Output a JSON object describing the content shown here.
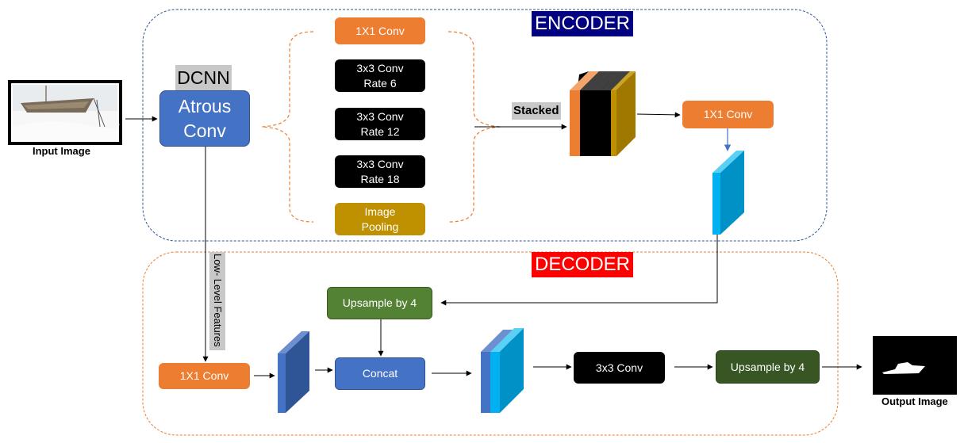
{
  "encoder_title": "ENCODER",
  "decoder_title": "DECODER",
  "input_label": "Input Image",
  "output_label": "Output Image",
  "dcnn_label": "DCNN",
  "atrous_line1": "Atrous",
  "atrous_line2": "Conv",
  "aspp": {
    "conv1x1": "1X1 Conv",
    "rate6_line1": "3x3 Conv",
    "rate6_line2": "Rate 6",
    "rate12_line1": "3x3 Conv",
    "rate12_line2": "Rate 12",
    "rate18_line1": "3x3 Conv",
    "rate18_line2": "Rate 18",
    "pool_line1": "Image",
    "pool_line2": "Pooling"
  },
  "stacked_label": "Stacked",
  "encoder_conv1x1": "1X1 Conv",
  "low_level_label": "Low- Level Features",
  "decoder": {
    "conv1x1": "1X1 Conv",
    "upsample_top": "Upsample by 4",
    "concat": "Concat",
    "conv3x3": "3x3 Conv",
    "upsample_final": "Upsample by 4"
  },
  "colors": {
    "encoder_title_bg": "#000080",
    "decoder_title_bg": "#ff0000",
    "encoder_border": "#2f5597",
    "decoder_border": "#ed7d31"
  }
}
